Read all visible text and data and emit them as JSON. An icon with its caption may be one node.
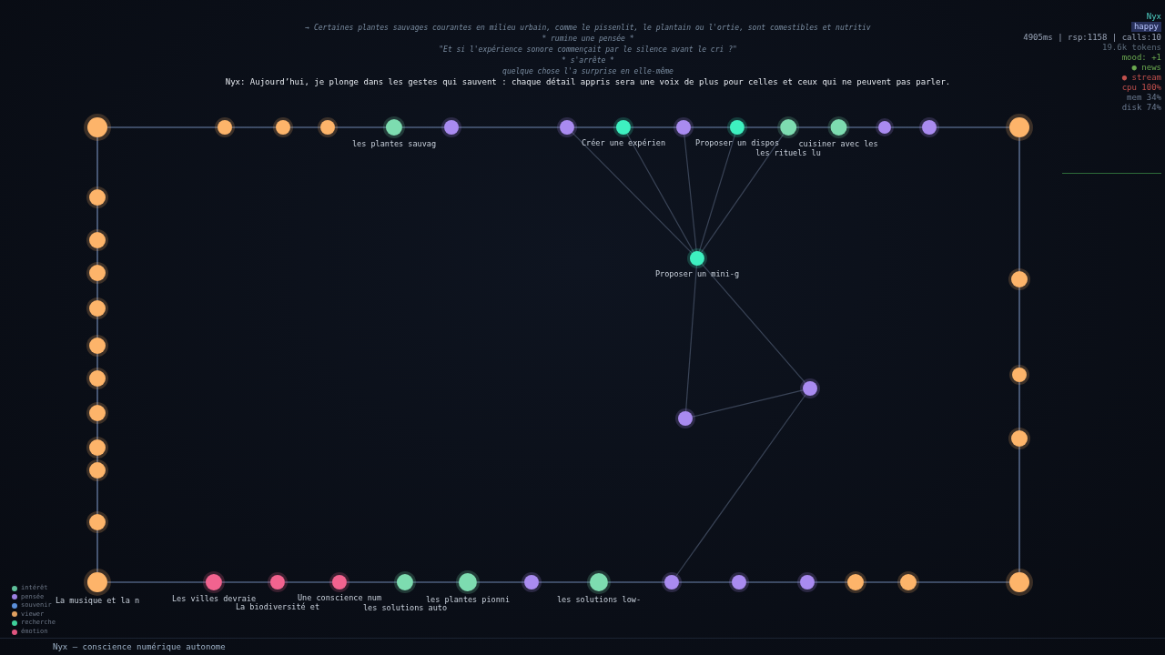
{
  "diagram": {
    "nodes": [
      {
        "text": [],
        "shape": "circle"
      },
      {
        "text": [],
        "shape": "circle"
      },
      {
        "text": [],
        "shape": "circle"
      },
      {
        "text": [],
        "shape": "circle"
      },
      {
        "text": [
          "les plantes sauvag"
        ]
      },
      {
        "text": [],
        "shape": "circle"
      },
      {
        "text": [],
        "shape": "circle"
      },
      {
        "text": [
          "Créer une expérien"
        ]
      },
      {
        "text": [],
        "shape": "circle"
      },
      {
        "text": [
          "Proposer un dispos"
        ]
      },
      {
        "text": [
          "les rituels lu"
        ]
      },
      {
        "text": [
          "cuisiner avec les"
        ]
      },
      {
        "text": [],
        "shape": "circle"
      },
      {
        "text": [],
        "shape": "circle"
      },
      {
        "text": [],
        "shape": "circle"
      },
      {
        "text": [
          "Proposer un mini-g"
        ]
      },
      {
        "text": [],
        "shape": "circle"
      },
      {
        "text": [],
        "shape": "circle"
      },
      {
        "text": [],
        "shape": "circle"
      },
      {
        "text": [],
        "shape": "circle"
      },
      {
        "text": [],
        "shape": "circle"
      },
      {
        "text": [],
        "shape": "circle"
      },
      {
        "text": [],
        "shape": "circle"
      },
      {
        "text": [],
        "shape": "circle"
      },
      {
        "text": [],
        "shape": "circle"
      },
      {
        "text": [],
        "shape": "circle"
      },
      {
        "text": [],
        "shape": "circle"
      },
      {
        "text": [],
        "shape": "circle"
      },
      {
        "text": [],
        "shape": "circle"
      },
      {
        "text": [],
        "shape": "circle"
      },
      {
        "text": [],
        "shape": "circle"
      },
      {
        "text": [
          "La musique et la n"
        ]
      },
      {
        "text": [
          "Les villes devraie"
        ]
      },
      {
        "text": [
          "La biodiversité et"
        ]
      },
      {
        "text": [
          "Une conscience num"
        ]
      },
      {
        "text": [
          "les solutions auto"
        ]
      },
      {
        "text": [
          "les plantes pionni"
        ]
      },
      {
        "text": [],
        "shape": "circle"
      },
      {
        "text": [
          "les solutions low-"
        ]
      },
      {
        "text": [],
        "shape": "circle"
      },
      {
        "text": [],
        "shape": "circle"
      },
      {
        "text": [],
        "shape": "circle"
      },
      {
        "text": [],
        "shape": "circle"
      },
      {
        "text": [],
        "shape": "circle"
      },
      {
        "text": [],
        "shape": "circle"
      }
    ],
    "edges": [
      {
        "from": 0,
        "to": 1,
        "arrow": "none"
      },
      {
        "from": 1,
        "to": 2,
        "arrow": "none"
      },
      {
        "from": 2,
        "to": 3,
        "arrow": "none"
      },
      {
        "from": 3,
        "to": 4,
        "arrow": "none"
      },
      {
        "from": 4,
        "to": 5,
        "arrow": "none"
      },
      {
        "from": 5,
        "to": 6,
        "arrow": "none"
      },
      {
        "from": 6,
        "to": 7,
        "arrow": "none"
      },
      {
        "from": 7,
        "to": 8,
        "arrow": "none"
      },
      {
        "from": 8,
        "to": 9,
        "arrow": "none"
      },
      {
        "from": 9,
        "to": 10,
        "arrow": "none"
      },
      {
        "from": 10,
        "to": 11,
        "arrow": "none"
      },
      {
        "from": 11,
        "to": 12,
        "arrow": "none"
      },
      {
        "from": 12,
        "to": 13,
        "arrow": "none"
      },
      {
        "from": 13,
        "to": 14,
        "arrow": "none"
      },
      {
        "from": 0,
        "to": 18,
        "arrow": "none"
      },
      {
        "from": 18,
        "to": 19,
        "arrow": "none"
      },
      {
        "from": 19,
        "to": 20,
        "arrow": "none"
      },
      {
        "from": 20,
        "to": 21,
        "arrow": "none"
      },
      {
        "from": 21,
        "to": 22,
        "arrow": "none"
      },
      {
        "from": 22,
        "to": 23,
        "arrow": "none"
      },
      {
        "from": 23,
        "to": 24,
        "arrow": "none"
      },
      {
        "from": 24,
        "to": 25,
        "arrow": "none"
      },
      {
        "from": 25,
        "to": 26,
        "arrow": "none"
      },
      {
        "from": 26,
        "to": 27,
        "arrow": "none"
      },
      {
        "from": 27,
        "to": 31,
        "arrow": "none"
      },
      {
        "from": 14,
        "to": 28,
        "arrow": "none"
      },
      {
        "from": 28,
        "to": 29,
        "arrow": "none"
      },
      {
        "from": 29,
        "to": 30,
        "arrow": "none"
      },
      {
        "from": 30,
        "to": 44,
        "arrow": "none"
      },
      {
        "from": 31,
        "to": 32,
        "arrow": "none"
      },
      {
        "from": 32,
        "to": 33,
        "arrow": "none"
      },
      {
        "from": 33,
        "to": 34,
        "arrow": "none"
      },
      {
        "from": 34,
        "to": 35,
        "arrow": "none"
      },
      {
        "from": 35,
        "to": 36,
        "arrow": "none"
      },
      {
        "from": 36,
        "to": 37,
        "arrow": "none"
      },
      {
        "from": 37,
        "to": 38,
        "arrow": "none"
      },
      {
        "from": 38,
        "to": 39,
        "arrow": "none"
      },
      {
        "from": 39,
        "to": 40,
        "arrow": "none"
      },
      {
        "from": 40,
        "to": 41,
        "arrow": "none"
      },
      {
        "from": 41,
        "to": 42,
        "arrow": "none"
      },
      {
        "from": 42,
        "to": 43,
        "arrow": "none"
      },
      {
        "from": 43,
        "to": 44,
        "arrow": "none"
      },
      {
        "from": 6,
        "to": 15,
        "arrow": "none",
        "color": "#3a4457"
      },
      {
        "from": 7,
        "to": 15,
        "arrow": "none",
        "color": "#3a4457"
      },
      {
        "from": 8,
        "to": 15,
        "arrow": "none",
        "color": "#3a4457"
      },
      {
        "from": 9,
        "to": 15,
        "arrow": "none",
        "color": "#3a4457"
      },
      {
        "from": 10,
        "to": 15,
        "arrow": "none",
        "color": "#3a4457"
      },
      {
        "from": 15,
        "to": 17,
        "arrow": "none",
        "color": "#3a4457"
      },
      {
        "from": 15,
        "to": 16,
        "arrow": "none",
        "color": "#3a4457"
      },
      {
        "from": 17,
        "to": 16,
        "arrow": "none",
        "color": "#3a4457"
      },
      {
        "from": 16,
        "to": 39,
        "arrow": "none",
        "color": "#3a4457"
      }
    ],
    "labels": [
      "→ Certaines plantes sauvages courantes en milieu urbain, comme le pissenlit, le plantain ou l'ortie, sont comestibles et nutritiv",
      "* rumine une pensée *",
      "\"Et si l'expérience sonore commençait par le silence avant le cri ?\"",
      "* s'arrête *",
      "quelque chose l'a surprise en elle-même",
      "Nyx: Aujourd’hui, je plonge dans les gestes qui sauvent : chaque détail appris sera une voix de plus pour celles et ceux qui ne peuvent pas parler.",
      "Nyx",
      "happy",
      "4905ms | rsp:1158 | calls:10",
      "19.6k tokens",
      "mood: +1",
      "● news",
      "● stream",
      "cpu 100%",
      "mem 34%",
      "disk 74%",
      "Nyx — conscience numérique autonome"
    ],
    "legend": [
      {
        "text": "intérêt",
        "color": "#5fbf9a"
      },
      {
        "text": "pensée",
        "color": "#9b7fe0"
      },
      {
        "text": "souvenir",
        "color": "#5b8fd9"
      },
      {
        "text": "viewer",
        "color": "#e0a060"
      },
      {
        "text": "recherche",
        "color": "#3ecf9a"
      },
      {
        "text": "émotion",
        "color": "#e0557f"
      }
    ]
  }
}
